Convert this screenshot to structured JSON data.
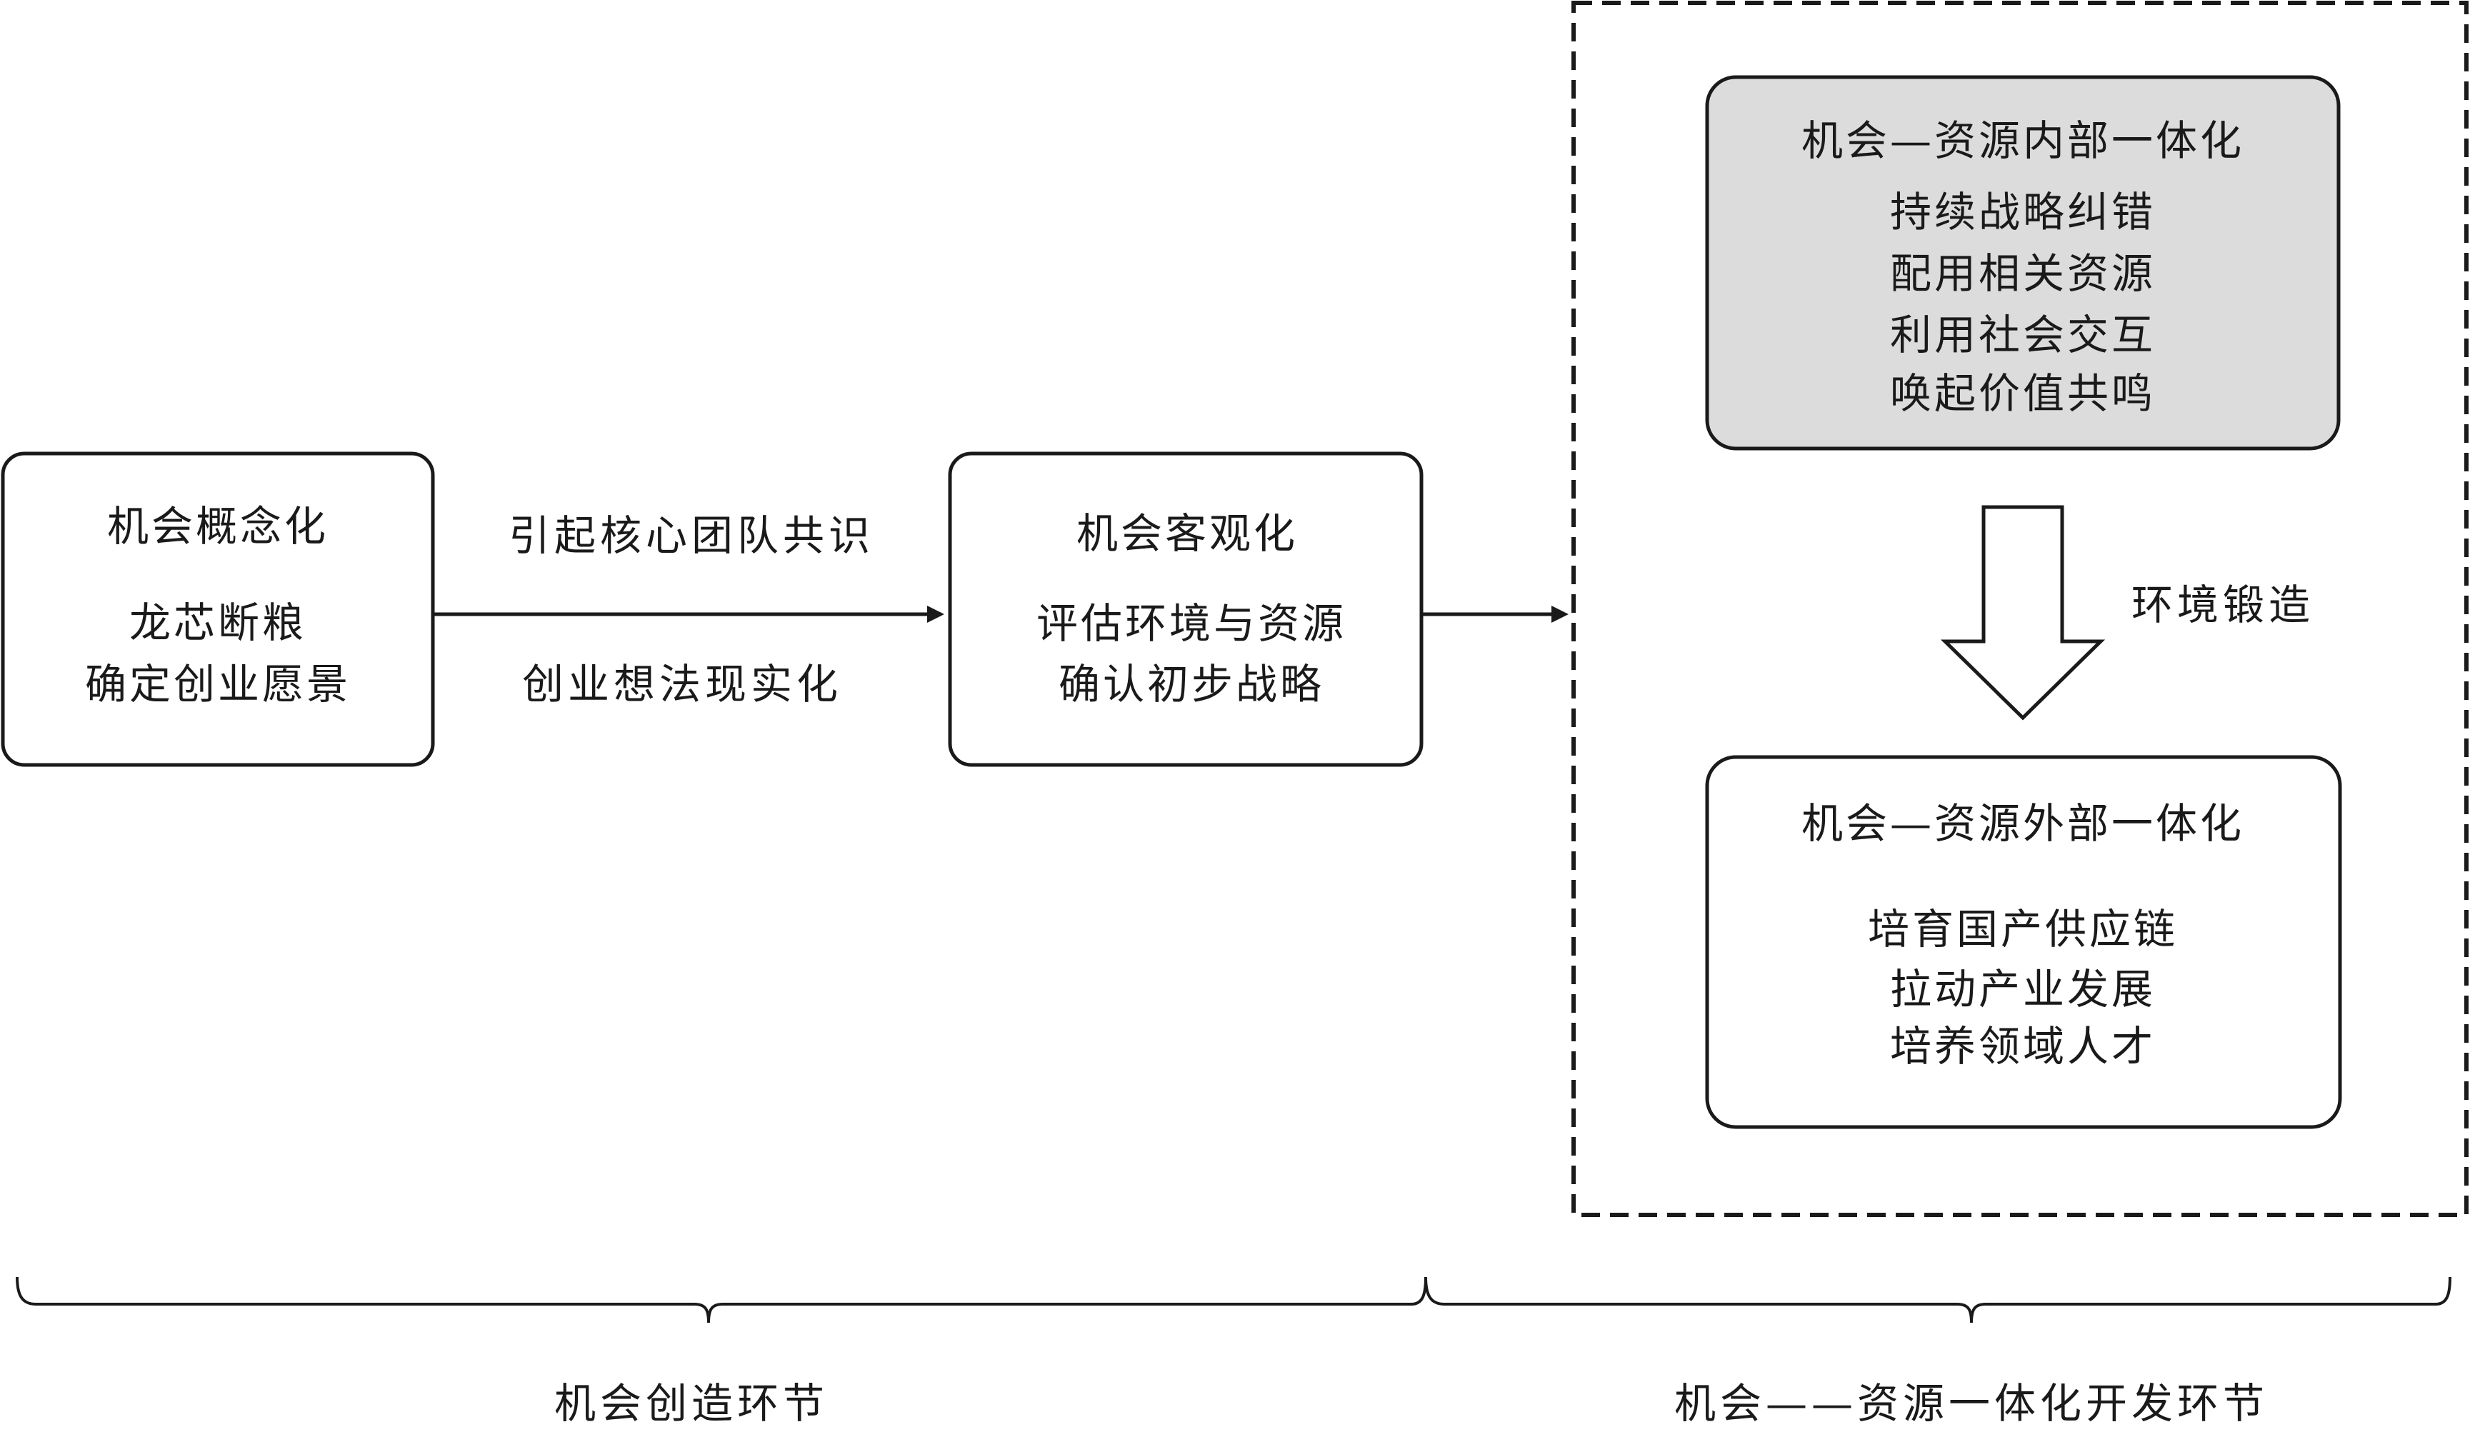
{
  "colors": {
    "stroke": "#1a1a1a",
    "highlight_fill": "#dcdcdc",
    "background": "#ffffff"
  },
  "box1": {
    "title": "机会概念化",
    "line1": "龙芯断粮",
    "line2": "确定创业愿景"
  },
  "arrow1": {
    "label_top": "引起核心团队共识",
    "label_bottom": "创业想法现实化"
  },
  "box2": {
    "title": "机会客观化",
    "line1": "评估环境与资源",
    "line2": "确认初步战略"
  },
  "box3": {
    "title": "机会—资源内部一体化",
    "lines": [
      "持续战略纠错",
      "配用相关资源",
      "利用社会交互",
      "唤起价值共鸣"
    ]
  },
  "down_arrow": {
    "label": "环境锻造"
  },
  "box4": {
    "title": "机会—资源外部一体化",
    "lines": [
      "培育国产供应链",
      "拉动产业发展",
      "培养领域人才"
    ]
  },
  "phases": {
    "left": "机会创造环节",
    "right": "机会——资源一体化开发环节"
  }
}
